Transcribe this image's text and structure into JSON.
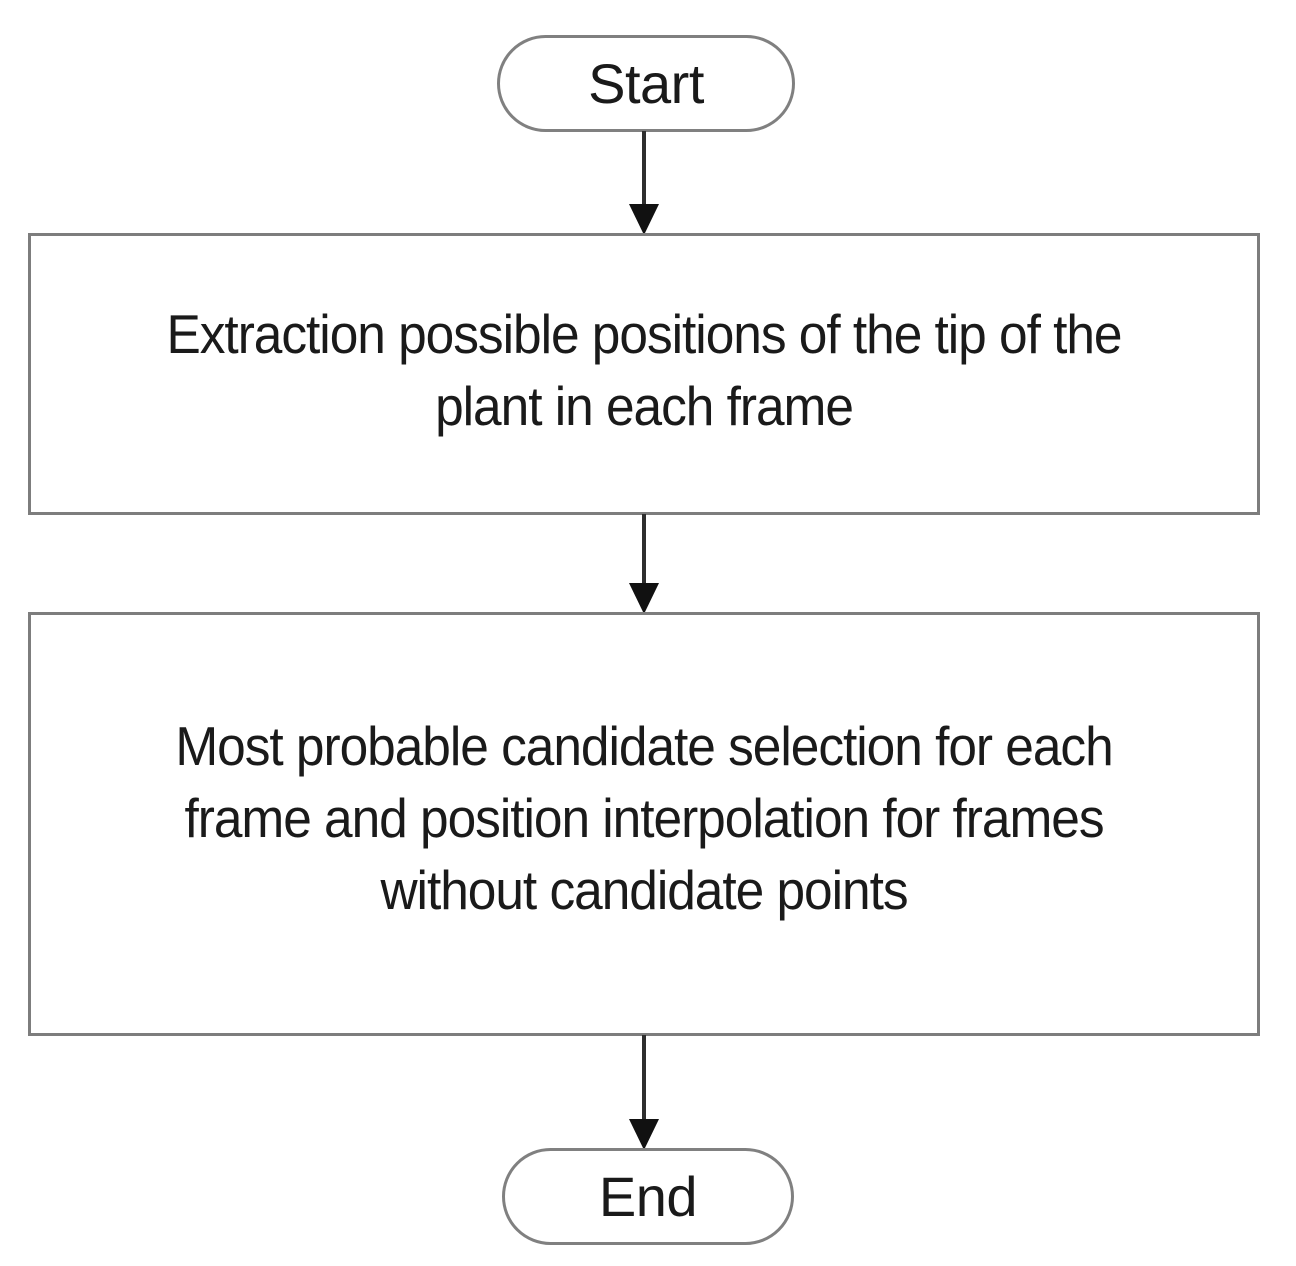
{
  "diagram": {
    "title": "Plant tip tracking flowchart",
    "background_color": "#ffffff",
    "node_border_color": "#7d7d7d",
    "arrow_color": "#111111",
    "text_color": "#1a1a1a",
    "nodes": [
      {
        "id": "start",
        "shape": "terminator",
        "label": "Start"
      },
      {
        "id": "process-1",
        "shape": "process",
        "label": "Extraction possible positions of the tip of the\nplant in each frame"
      },
      {
        "id": "process-2",
        "shape": "process",
        "label": "Most probable candidate selection for each\nframe and position interpolation for frames\nwithout candidate points"
      },
      {
        "id": "end",
        "shape": "terminator",
        "label": "End"
      }
    ],
    "edges": [
      {
        "id": "start-to-process-1",
        "from": "start",
        "to": "process-1",
        "label": "",
        "direction": "down"
      },
      {
        "id": "process-1-to-process-2",
        "from": "process-1",
        "to": "process-2",
        "label": "",
        "direction": "down"
      },
      {
        "id": "process-2-to-end",
        "from": "process-2",
        "to": "end",
        "label": "",
        "direction": "down"
      }
    ]
  }
}
